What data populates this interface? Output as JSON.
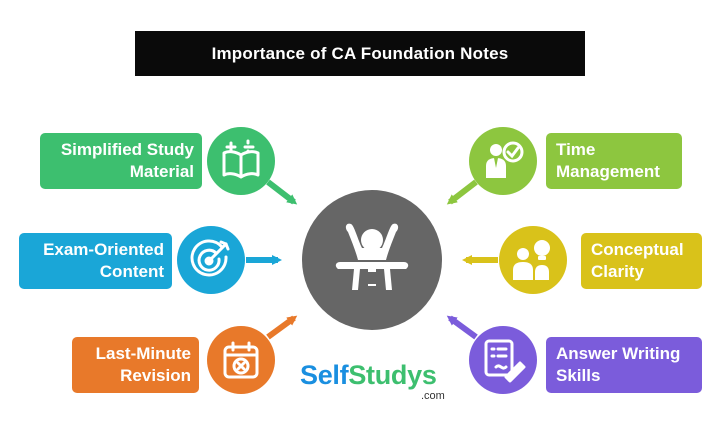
{
  "title": "Importance of CA Foundation Notes",
  "items": [
    {
      "id": "simplified",
      "lines": [
        "Simplified Study",
        "Material"
      ],
      "color": "#3dbf6f",
      "icon": "book-math-icon"
    },
    {
      "id": "exam",
      "lines": [
        "Exam-Oriented",
        "Content"
      ],
      "color": "#1aa6d7",
      "icon": "target-icon"
    },
    {
      "id": "lastminute",
      "lines": [
        "Last-Minute",
        "Revision"
      ],
      "color": "#e8792a",
      "icon": "calendar-cross-icon"
    },
    {
      "id": "time",
      "lines": [
        "Time",
        "Management"
      ],
      "color": "#8dc63f",
      "icon": "person-check-icon"
    },
    {
      "id": "conceptual",
      "lines": [
        "Conceptual",
        "Clarity"
      ],
      "color": "#d9c21a",
      "icon": "idea-people-icon"
    },
    {
      "id": "answer",
      "lines": [
        "Answer Writing",
        "Skills"
      ],
      "color": "#7b5cdb",
      "icon": "writing-paper-icon"
    }
  ],
  "center": {
    "icon": "student-desk-icon",
    "color": "#666666"
  },
  "logo": {
    "self": "Self",
    "studys": "Studys",
    "com": ".com",
    "self_color": "#1a8fe0",
    "studys_color": "#3dbf6f"
  }
}
